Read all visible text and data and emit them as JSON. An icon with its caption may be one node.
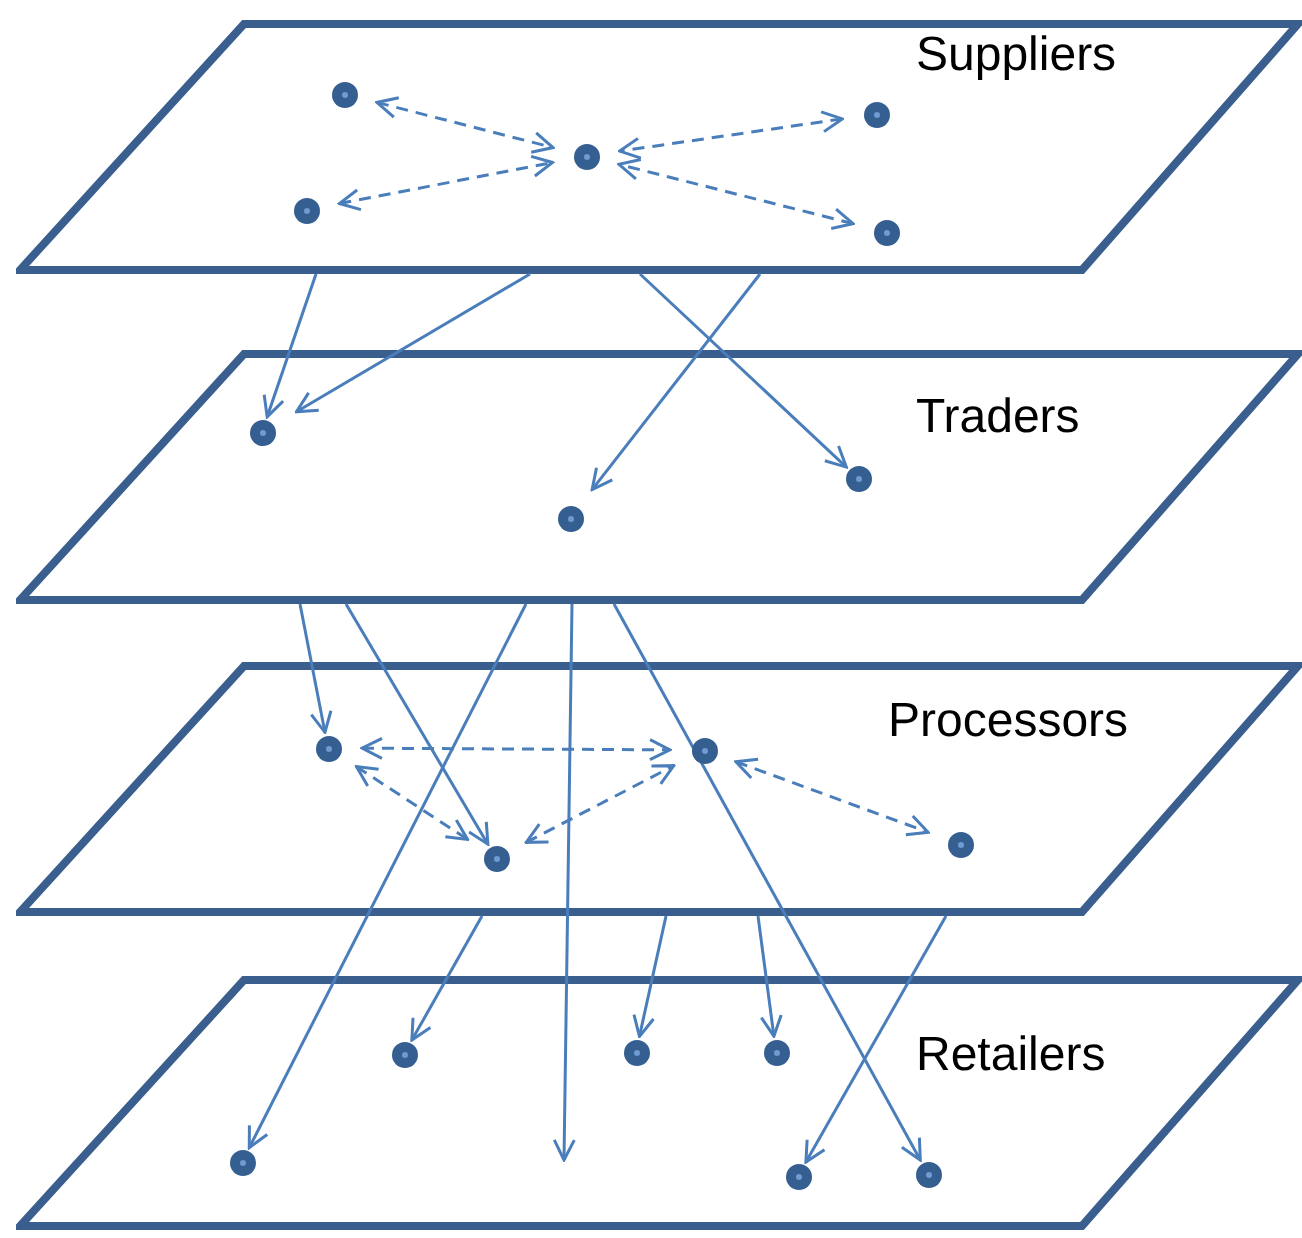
{
  "diagram": {
    "nodes": [
      {
        "text": [
          "Suppliers"
        ]
      },
      {
        "text": [],
        "shape": "circle",
        "in": 0
      },
      {
        "text": [],
        "shape": "circle",
        "in": 0
      },
      {
        "text": [],
        "shape": "circle",
        "in": 0
      },
      {
        "text": [],
        "shape": "circle",
        "in": 0
      },
      {
        "text": [],
        "shape": "circle",
        "in": 0
      },
      {
        "text": [
          "Traders"
        ]
      },
      {
        "text": [],
        "shape": "circle",
        "in": 6
      },
      {
        "text": [],
        "shape": "circle",
        "in": 6
      },
      {
        "text": [],
        "shape": "circle",
        "in": 6
      },
      {
        "text": [
          "Processors"
        ]
      },
      {
        "text": [],
        "shape": "circle",
        "in": 10
      },
      {
        "text": [],
        "shape": "circle",
        "in": 10
      },
      {
        "text": [],
        "shape": "circle",
        "in": 10
      },
      {
        "text": [],
        "shape": "circle",
        "in": 10
      },
      {
        "text": [
          "Retailers"
        ]
      },
      {
        "text": [],
        "shape": "circle",
        "in": 15
      },
      {
        "text": [],
        "shape": "circle",
        "in": 15
      },
      {
        "text": [],
        "shape": "circle",
        "in": 15
      },
      {
        "text": [],
        "shape": "circle",
        "in": 15
      },
      {
        "text": [],
        "shape": "circle",
        "in": 15
      },
      {
        "text": [],
        "shape": "circle",
        "in": 15
      }
    ],
    "edges": [
      {
        "from": 1,
        "to": 3,
        "arrow": "both",
        "style": "dashed"
      },
      {
        "from": 4,
        "to": 3,
        "arrow": "both",
        "style": "dashed"
      },
      {
        "from": 2,
        "to": 3,
        "arrow": "both",
        "style": "dashed"
      },
      {
        "from": 5,
        "to": 3,
        "arrow": "both",
        "style": "dashed"
      },
      {
        "from": 0,
        "to": 7,
        "arrow": "to"
      },
      {
        "from": 0,
        "to": 7,
        "arrow": "to"
      },
      {
        "from": 0,
        "to": 9,
        "arrow": "to"
      },
      {
        "from": 0,
        "to": 8,
        "arrow": "to"
      },
      {
        "from": 6,
        "to": 11,
        "arrow": "to"
      },
      {
        "from": 6,
        "to": 14,
        "arrow": "to"
      },
      {
        "from": 6,
        "to": 19,
        "arrow": "to"
      },
      {
        "from": 6,
        "to": null,
        "arrow": "to"
      },
      {
        "from": 6,
        "to": 20,
        "arrow": "to"
      },
      {
        "from": 10,
        "to": 16,
        "arrow": "to"
      },
      {
        "from": 10,
        "to": 17,
        "arrow": "to"
      },
      {
        "from": 10,
        "to": 18,
        "arrow": "to"
      },
      {
        "from": 10,
        "to": 21,
        "arrow": "to"
      },
      {
        "from": 11,
        "to": 12,
        "arrow": "both",
        "style": "dashed"
      },
      {
        "from": 11,
        "to": 14,
        "arrow": "both",
        "style": "dashed"
      },
      {
        "from": 14,
        "to": 12,
        "arrow": "both",
        "style": "dashed"
      },
      {
        "from": 12,
        "to": 13,
        "arrow": "both",
        "style": "dashed"
      }
    ]
  }
}
